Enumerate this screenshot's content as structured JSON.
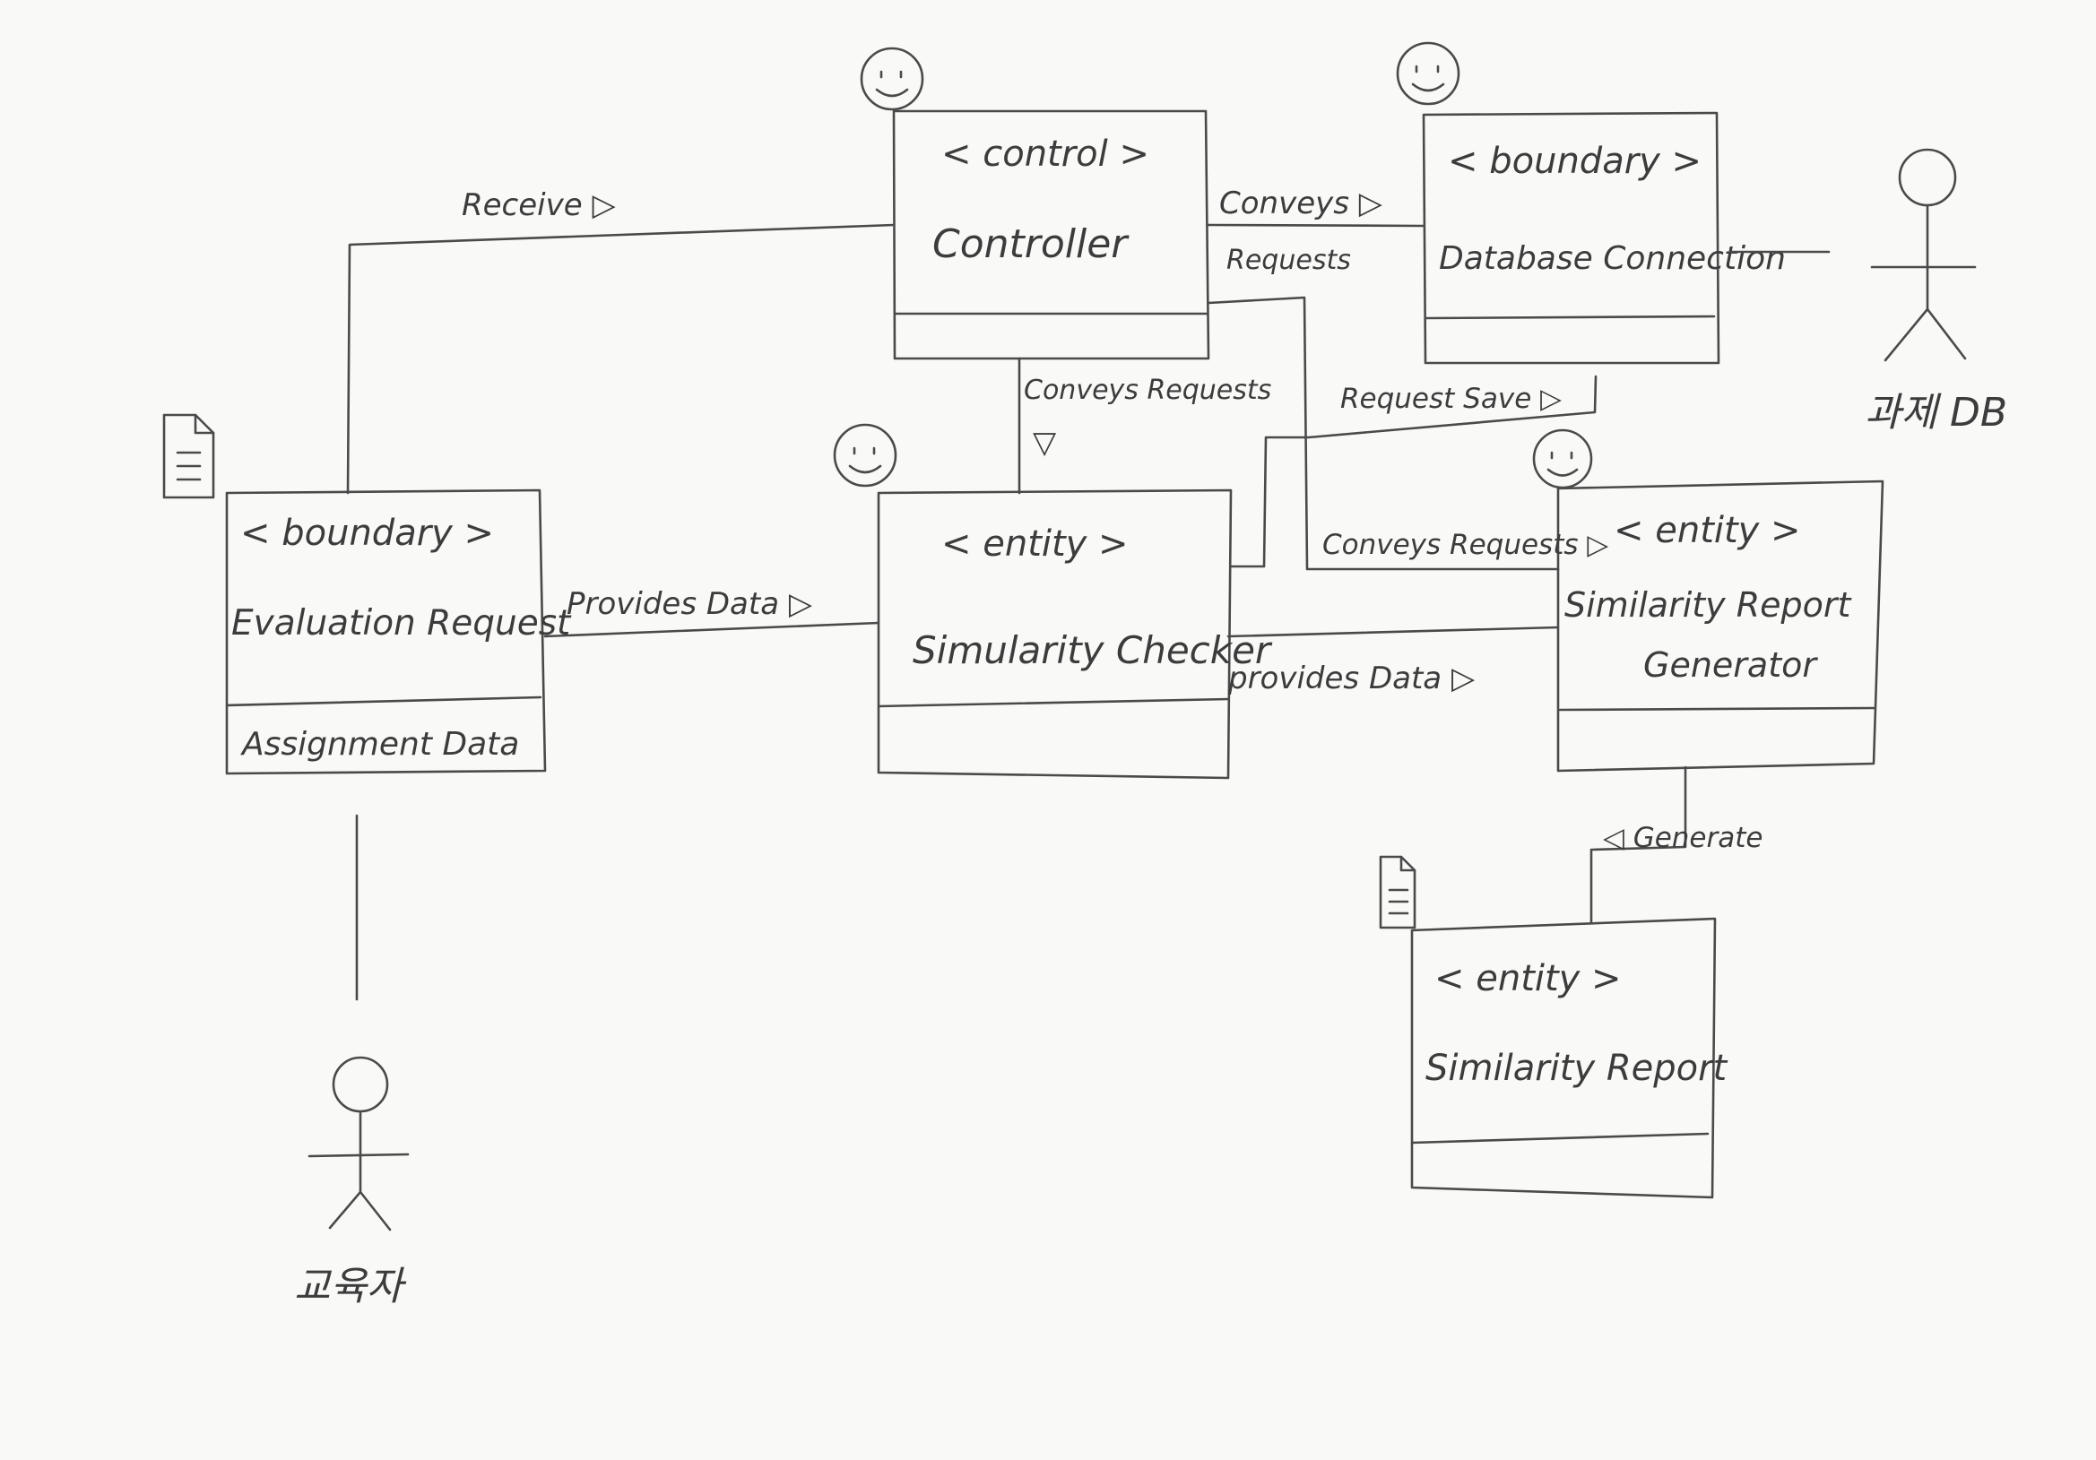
{
  "diagram": {
    "classes": {
      "controller": {
        "stereotype": "< control >",
        "name": "Controller"
      },
      "database_connection": {
        "stereotype": "< boundary >",
        "name": "Database Connection"
      },
      "evaluation_request": {
        "stereotype": "< boundary >",
        "name": "Evaluation Request",
        "attribute": "Assignment Data"
      },
      "similarity_checker": {
        "stereotype": "< entity >",
        "name": "Simularity Checker"
      },
      "similarity_report_generator": {
        "stereotype": "< entity >",
        "name_line1": "Similarity Report",
        "name_line2": "Generator"
      },
      "similarity_report": {
        "stereotype": "< entity >",
        "name": "Similarity Report"
      }
    },
    "relations": {
      "receive": "Receive ▷",
      "conveys_requests_db_1": "Conveys ▷",
      "conveys_requests_db_2": "Requests",
      "conveys_requests_checker": "Conveys Requests",
      "conveys_requests_checker_arrow": "▽",
      "request_save": "Request Save ▷",
      "conveys_requests_generator": "Conveys Requests ▷",
      "provides_data_checker": "Provides Data ▷",
      "provides_data_generator": "provides Data ▷",
      "generate": "◁ Generate"
    },
    "actors": {
      "educator": "교육자",
      "assignment_db": "과제 DB"
    }
  }
}
